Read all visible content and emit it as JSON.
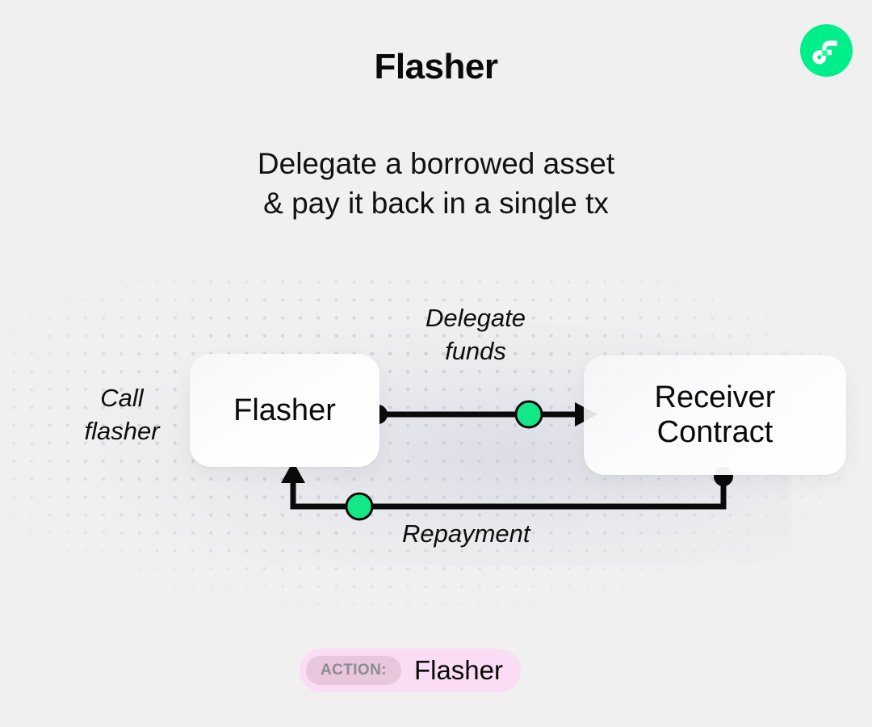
{
  "page": {
    "title": "Flasher",
    "subtitle_lines": [
      "Delegate a borrowed asset",
      "& pay it back in a single tx"
    ],
    "background_color": "#f0f0f0"
  },
  "logo": {
    "name": "flow-logo",
    "circle_color": "#00ef8b",
    "mark_color": "#ffffff"
  },
  "diagram": {
    "nodes": [
      {
        "id": "flasher",
        "label": "Flasher",
        "lines": [
          "Flasher"
        ]
      },
      {
        "id": "receiver",
        "label": "Receiver Contract",
        "lines": [
          "Receiver",
          "Contract"
        ]
      }
    ],
    "edges": [
      {
        "id": "call-flasher",
        "label_lines": [
          "Call",
          "flasher"
        ],
        "from": "external",
        "to": "flasher"
      },
      {
        "id": "delegate-funds",
        "label_lines": [
          "Delegate",
          "funds"
        ],
        "from": "flasher",
        "to": "receiver",
        "token_color": "#12e887"
      },
      {
        "id": "repayment",
        "label_lines": [
          "Repayment"
        ],
        "from": "receiver",
        "to": "flasher",
        "token_color": "#12e887"
      }
    ],
    "stroke_color": "#0a0a0a",
    "token_color": "#12e887"
  },
  "action_badge": {
    "key": "ACTION:",
    "value": "Flasher",
    "background_color": "#fadcf4",
    "key_background_color": "#e8c6dd",
    "key_text_color": "#8b8b92"
  }
}
